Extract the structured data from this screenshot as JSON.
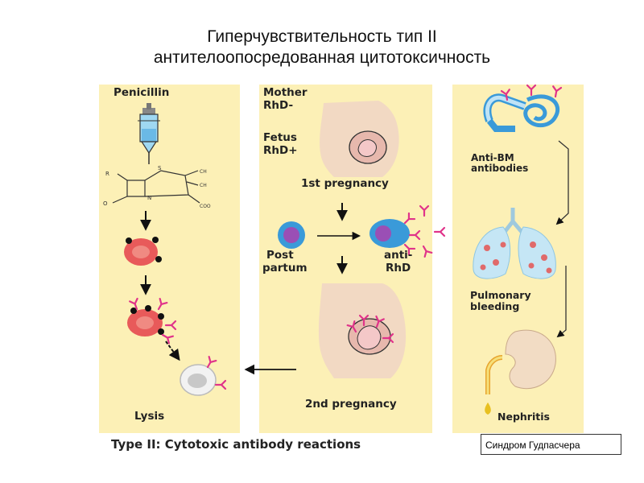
{
  "title": {
    "line1": "Гиперчувствительность тип II",
    "line2": "антителоопосредованная цитотоксичность"
  },
  "panel1": {
    "drug_label": "Penicillin",
    "lysis_label": "Lysis"
  },
  "panel2": {
    "mother_label": "Mother",
    "mother_rh": "RhD-",
    "fetus_label": "Fetus",
    "fetus_rh": "RhD+",
    "first_pregnancy": "1st pregnancy",
    "post_label": "Post",
    "partum_label": "partum",
    "anti_label": "anti-",
    "rhd_label": "RhD",
    "second_pregnancy": "2nd pregnancy"
  },
  "panel3": {
    "antibm_line1": "Anti-BM",
    "antibm_line2": "antibodies",
    "pulmonary_line1": "Pulmonary",
    "pulmonary_line2": "bleeding",
    "nephritis_label": "Nephritis"
  },
  "caption": "Type II:  Cytotoxic antibody reactions",
  "syndrome_box": "Синдром Гудпасчера",
  "colors": {
    "panel_bg": "#fcf0b6",
    "rbc": "#e85a5a",
    "antibody": "#e0338a",
    "cell_blue": "#3a9ad9",
    "cell_purple": "#9a4fb5",
    "lung": "#c5e6f5",
    "kidney": "#f2dcc4"
  }
}
